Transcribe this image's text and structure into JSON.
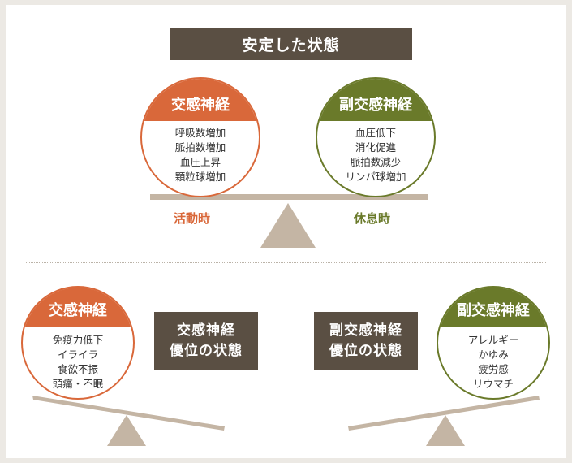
{
  "title": "安定した状態",
  "balanced": {
    "left": {
      "heading": "交感神経",
      "items": [
        "呼吸数増加",
        "脈拍数増加",
        "血圧上昇",
        "顆粒球増加"
      ],
      "state_label": "活動時"
    },
    "right": {
      "heading": "副交感神経",
      "items": [
        "血圧低下",
        "消化促進",
        "脈拍数減少",
        "リンパ球増加"
      ],
      "state_label": "休息時"
    }
  },
  "sympathetic_dominant": {
    "heading": "交感神経",
    "items": [
      "免疫力低下",
      "イライラ",
      "食欲不振",
      "頭痛・不眠"
    ],
    "box_lines": [
      "交感神経",
      "優位の状態"
    ]
  },
  "parasympathetic_dominant": {
    "heading": "副交感神経",
    "items": [
      "アレルギー",
      "かゆみ",
      "疲労感",
      "リウマチ"
    ],
    "box_lines": [
      "副交感神経",
      "優位の状態"
    ]
  },
  "colors": {
    "orange": "#d9683a",
    "green": "#6a7a2a",
    "dark": "#5a4f43",
    "beam": "#c4b5a4"
  }
}
